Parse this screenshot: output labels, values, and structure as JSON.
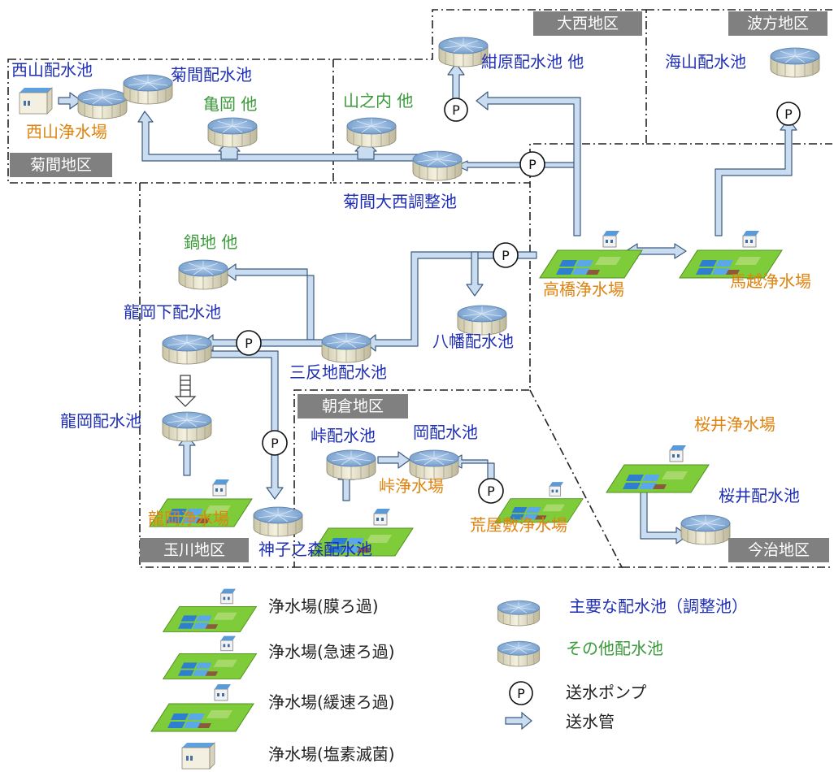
{
  "colors": {
    "primary_reservoir_label": "#1f2fb5",
    "other_reservoir_label": "#3a9a3a",
    "plant_label": "#e0830f",
    "district_badge_bg": "#808080",
    "pipe_fill": "#c9dcf0",
    "pipe_stroke": "#3c5a80",
    "tank_top": "#8fb3da",
    "plant_ground": "#7fcc3a"
  },
  "districts": {
    "kikuma": "菊間地区",
    "onishi": "大西地区",
    "hakata": "波方地区",
    "tamagawa": "玉川地区",
    "asakura": "朝倉地区",
    "imabari": "今治地区"
  },
  "reservoirs": {
    "nishiyama": "西山配水池",
    "kikuma": "菊間配水池",
    "kameoka": "亀岡 他",
    "yamanouchi": "山之内 他",
    "konbara": "紺原配水池 他",
    "kaizan": "海山配水池",
    "kikuma_onishi": "菊間大西調整池",
    "nabeji": "鍋地 他",
    "ryuoka_shita": "龍岡下配水池",
    "yawata": "八幡配水池",
    "santanji": "三反地配水池",
    "ryuoka": "龍岡配水池",
    "toge": "峠配水池",
    "oka": "岡配水池",
    "mikonomori": "神子之森配水池",
    "sakurai": "桜井配水池"
  },
  "plants": {
    "nishiyama": "西山浄水場",
    "takahashi": "高橋浄水場",
    "makoshi": "馬越浄水場",
    "ryuoka": "龍岡浄水場",
    "toge": "峠浄水場",
    "arayashiki": "荒屋敷浄水場",
    "sakurai": "桜井浄水場"
  },
  "pump_symbol": "P",
  "legend": {
    "membrane": "浄水場(膜ろ過)",
    "rapid": "浄水場(急速ろ過)",
    "slow": "浄水場(緩速ろ過)",
    "chlorine": "浄水場(塩素滅菌)",
    "major_reservoir": "主要な配水池（調整池）",
    "other_reservoir": "その他配水池",
    "pump": "送水ポンプ",
    "pipe": "送水管"
  }
}
